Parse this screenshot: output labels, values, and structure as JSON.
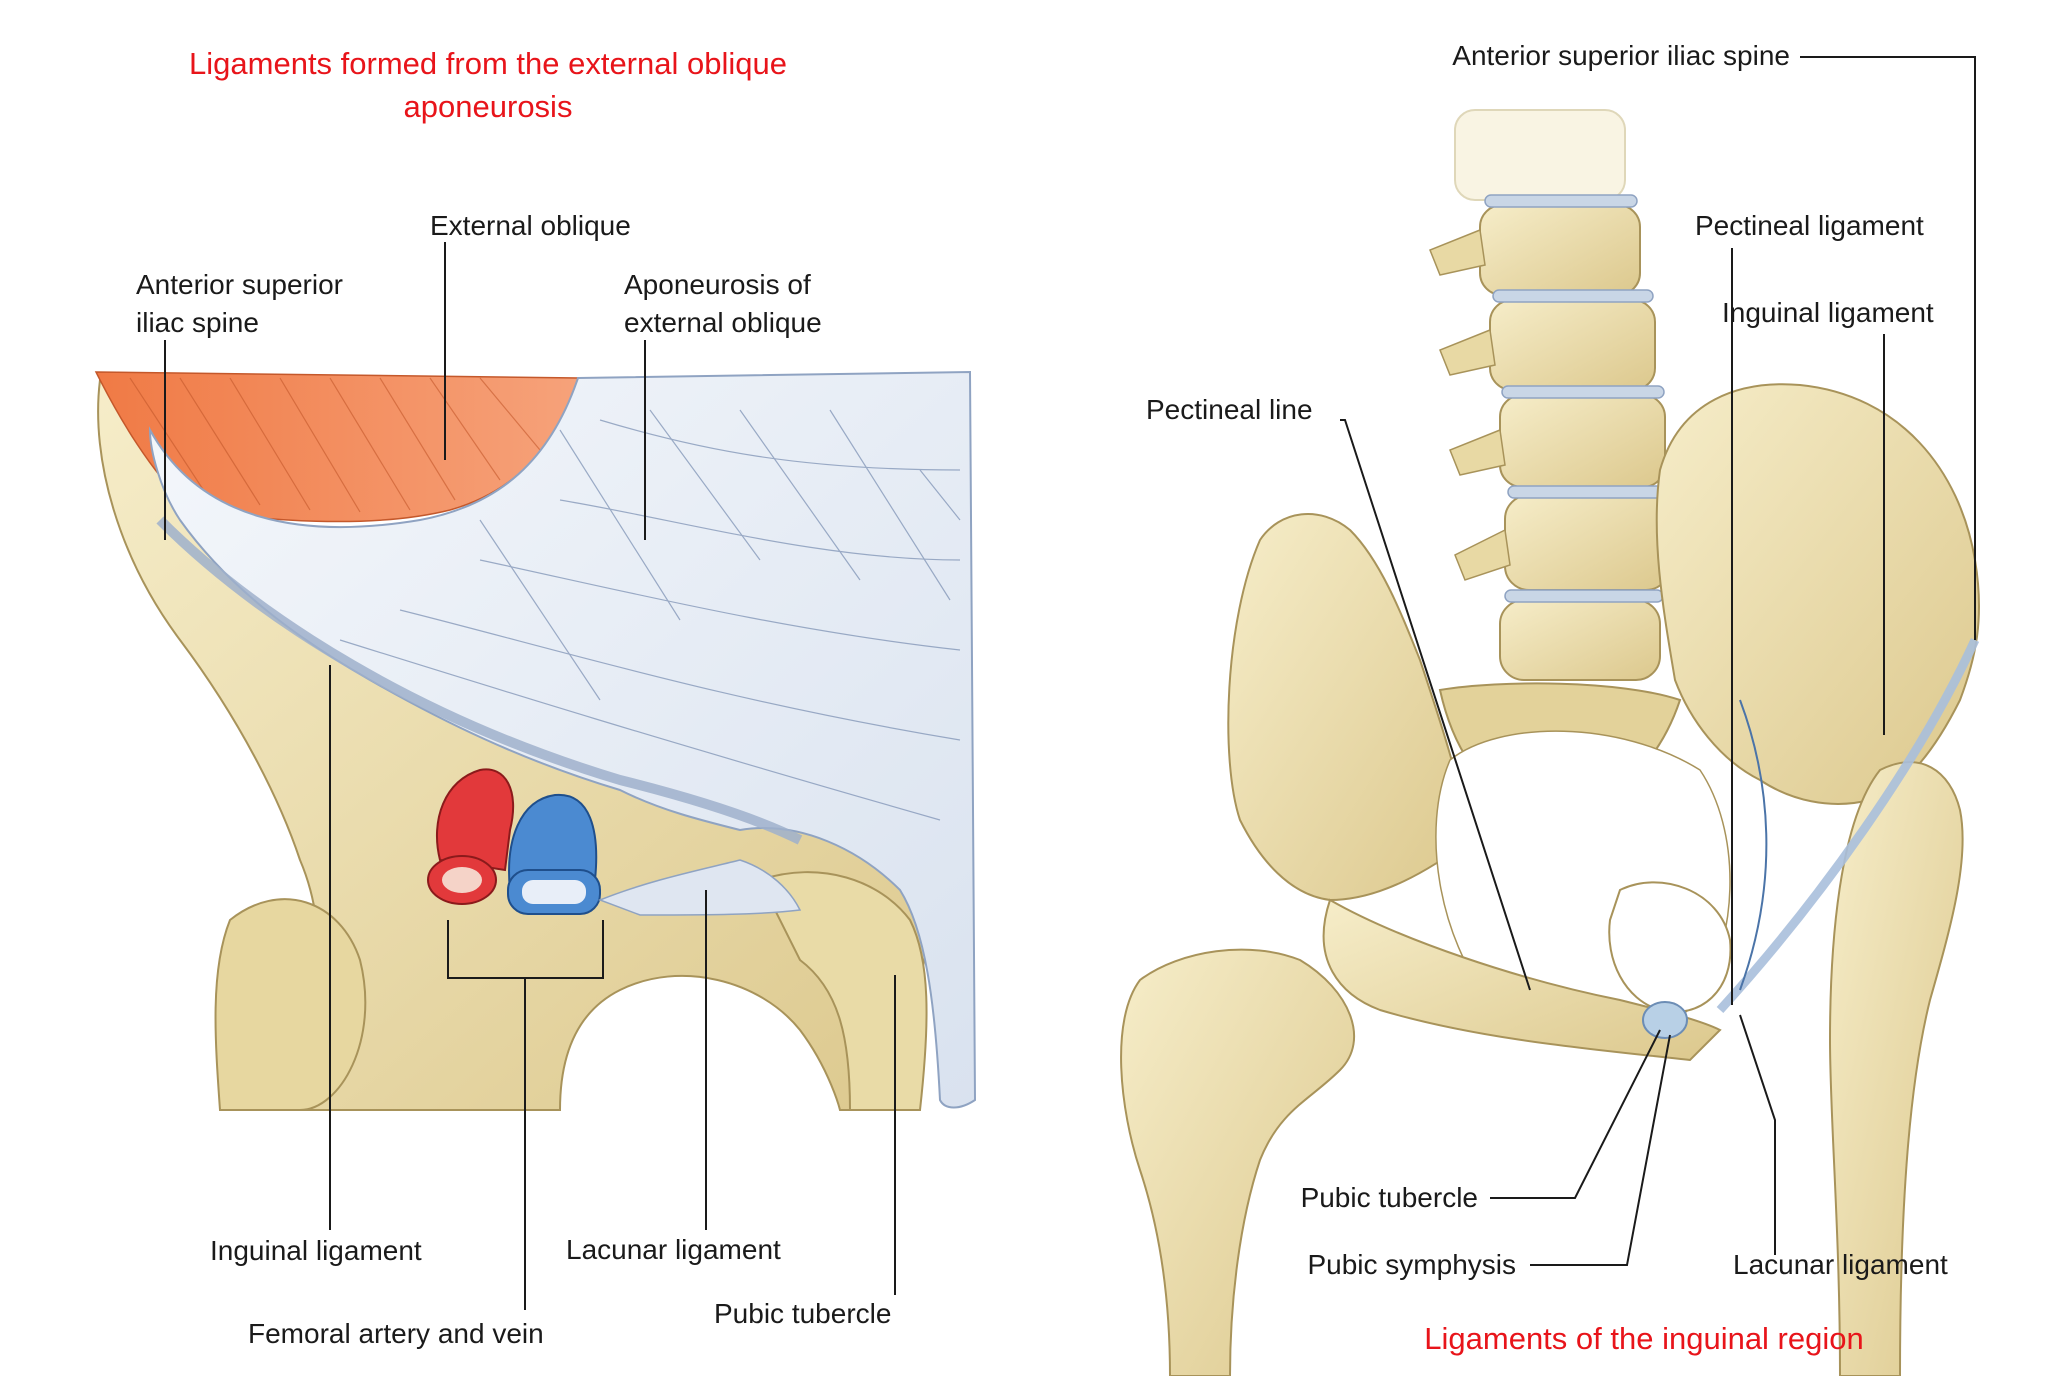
{
  "colors": {
    "title_red": "#e8141a",
    "bone": "#efe2b2",
    "bone_shadow": "#c8b277",
    "muscle": "#f28a55",
    "aponeurosis": "#e9eef6",
    "artery": "#e2393b",
    "vein": "#4b8ad1",
    "leader_line": "#1a1a1a"
  },
  "left_panel": {
    "title_line1": "Ligaments formed from the external oblique",
    "title_line2": "aponeurosis",
    "labels": {
      "external_oblique": "External oblique",
      "asis_line1": "Anterior superior",
      "asis_line2": "iliac spine",
      "aponeurosis_line1": "Aponeurosis of",
      "aponeurosis_line2": "external oblique",
      "inguinal_ligament": "Inguinal ligament",
      "lacunar_ligament": "Lacunar ligament",
      "femoral_vessels": "Femoral artery and vein",
      "pubic_tubercle": "Pubic tubercle"
    }
  },
  "right_panel": {
    "title": "Ligaments of the inguinal region",
    "labels": {
      "asis": "Anterior superior iliac spine",
      "pectineal_ligament": "Pectineal ligament",
      "inguinal_ligament": "Inguinal ligament",
      "pectineal_line": "Pectineal line",
      "pubic_tubercle": "Pubic tubercle",
      "pubic_symphysis": "Pubic symphysis",
      "lacunar_ligament": "Lacunar ligament"
    }
  }
}
